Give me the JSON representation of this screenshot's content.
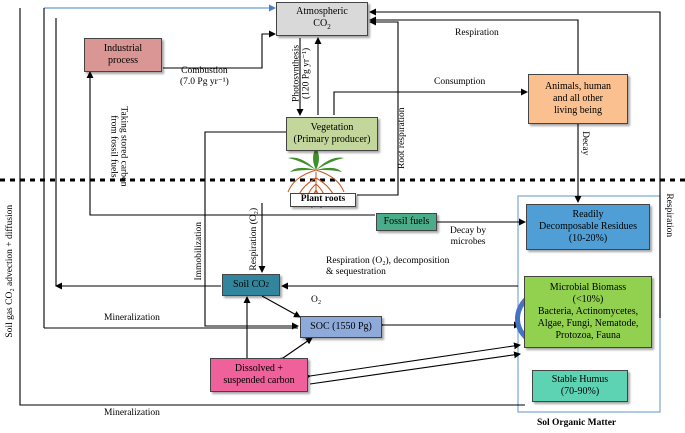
{
  "boxes": {
    "atmospheric_co2": {
      "title": "Atmospheric",
      "sub": "CO",
      "sub2": "2"
    },
    "industrial_process": "Industrial\nprocess",
    "vegetation": "Vegetation\n(Primary producer)",
    "animals": "Animals, human\nand all other\nliving being",
    "plant_roots": "Plant roots",
    "fossil_fuels": "Fossil fuels",
    "readily_decomposable": "Readily\nDecomposable Residues\n(10-20%)",
    "microbial_biomass": "Microbial Biomass\n(<10%)\nBacteria, Actinomycetes,\nAlgae, Fungi, Nematode,\nProtozoa, Fauna",
    "soil_co2": {
      "text": "Soil CO",
      "sub": "2"
    },
    "soc": "SOC (1550 Pg)",
    "dissolved": "Dissolved +\nsuspended carbon",
    "stable_humus": "Stable Humus\n(70-90%)"
  },
  "labels": {
    "respiration_top": "Respiration",
    "combustion": "Combustion\n(7.0 Pg yr⁻¹)",
    "photosynthesis": "Photosynthesis\n(120 Pg yr⁻¹)",
    "consumption": "Consumption",
    "taking_stored_carbon": "Taking stored carbon\nfrom fossil fuels",
    "root_respiration": "Root respiration",
    "decay": "Decay",
    "respiration_right": "Respiration",
    "soil_gas": "Soil gas CO₂ advection + diffusion",
    "immobilization": "Immobilization",
    "respiration_o2": "Respiration (O₂)",
    "decay_by_microbes": "Decay by\nmicrobes",
    "respiration_decomp": "Respiration (O₂), decomposition\n& sequestration",
    "o2": "O₂",
    "mineralization_1": "Mineralization",
    "mineralization_2": "Mineralization",
    "sol_organic_matter": "Sol Organic Matter"
  },
  "colors": {
    "atmospheric_co2": "#d9d9d9",
    "industrial_process": "#d99694",
    "vegetation": "#c3d69b",
    "animals": "#fac090",
    "plant_roots": "#ffffff",
    "fossil_fuels": "#4bac8a",
    "readily_decomposable": "#4f9fd6",
    "microbial_biomass": "#92d050",
    "soil_co2": "#31859c",
    "soc": "#8eaadb",
    "dissolved": "#f0609a",
    "stable_humus": "#5ed3b3",
    "blue_arrow": "#4a7fc1",
    "cycle_arrow": "#4472c4"
  }
}
